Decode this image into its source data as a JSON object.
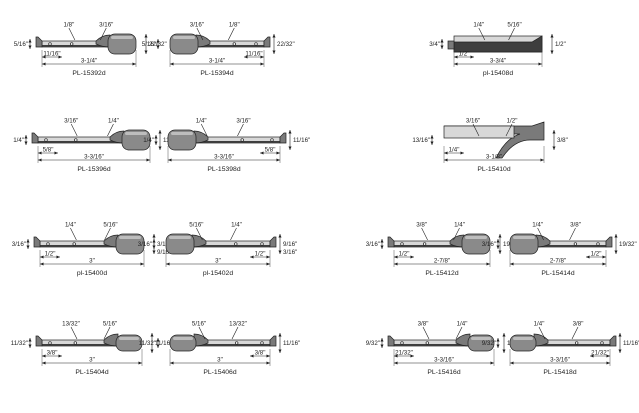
{
  "colors": {
    "part_fill": "#7a7a7a",
    "part_dark": "#3e3e3e",
    "part_light": "#d8d8d8",
    "pad_fill": "#8a8a8a",
    "ink": "#222222"
  },
  "parts": [
    {
      "caption": "PL-15392d",
      "labels": [
        "1/8\"",
        "3/16\"",
        "5/16\"",
        "22/32\"",
        "11/16\"",
        "3-1/4\""
      ]
    },
    {
      "caption": "PL-15394d",
      "labels": [
        "3/16\"",
        "1/8\"",
        "22/32\"",
        "5/16\"",
        "11/16\"",
        "3-1/4\""
      ]
    },
    {
      "caption": "pl-15408d",
      "labels": [
        "1/4\"",
        "5/16\"",
        "3/4\"",
        "1/2\"",
        "3-3/4\""
      ]
    },
    {
      "caption": "PL-15396d",
      "labels": [
        "3/16\"",
        "1/4\"",
        "1/4\"",
        "11/16\"",
        "5/8\"",
        "3-3/16\""
      ]
    },
    {
      "caption": "PL-15398d",
      "labels": [
        "1/4\"",
        "3/16\"",
        "11/16\"",
        "1/4\"",
        "5/8\"",
        "3-3/16\""
      ]
    },
    {
      "caption": "PL-15410d",
      "labels": [
        "3/16\"",
        "1/2\"",
        "13/16\"",
        "3/8\"",
        "1/4\"",
        "3-1/8\""
      ]
    },
    {
      "caption": "pl-15400d",
      "labels": [
        "1/4\"",
        "5/16\"",
        "3/16\"",
        "3/16\"",
        "9/16\"",
        "1/2\"",
        "3\""
      ]
    },
    {
      "caption": "pl-15402d",
      "labels": [
        "5/16\"",
        "1/4\"",
        "9/16\"",
        "3/16\"",
        "3/16\"",
        "1/2\"",
        "3\""
      ]
    },
    {
      "caption": "PL-15412d",
      "labels": [
        "3/8\"",
        "1/4\"",
        "3/16\"",
        "19/32\"",
        "1/2\"",
        "2-7/8\""
      ]
    },
    {
      "caption": "PL-15414d",
      "labels": [
        "1/4\"",
        "3/8\"",
        "19/32\"",
        "3/16\"",
        "1/2\"",
        "2-7/8\""
      ]
    },
    {
      "caption": "PL-15404d",
      "labels": [
        "13/32\"",
        "5/16\"",
        "11/32\"",
        "11/16\"",
        "3/8\"",
        "3\""
      ]
    },
    {
      "caption": "PL-15406d",
      "labels": [
        "5/16\"",
        "13/32\"",
        "11/16\"",
        "11/32\"",
        "3/8\"",
        "3\""
      ]
    },
    {
      "caption": "PL-15416d",
      "labels": [
        "3/8\"",
        "1/4\"",
        "9/32\"",
        "11/16\"",
        "21/32\"",
        "3-3/16\""
      ]
    },
    {
      "caption": "PL-15418d",
      "labels": [
        "1/4\"",
        "3/8\"",
        "11/16\"",
        "9/32\"",
        "21/32\"",
        "3-3/16\""
      ]
    }
  ]
}
